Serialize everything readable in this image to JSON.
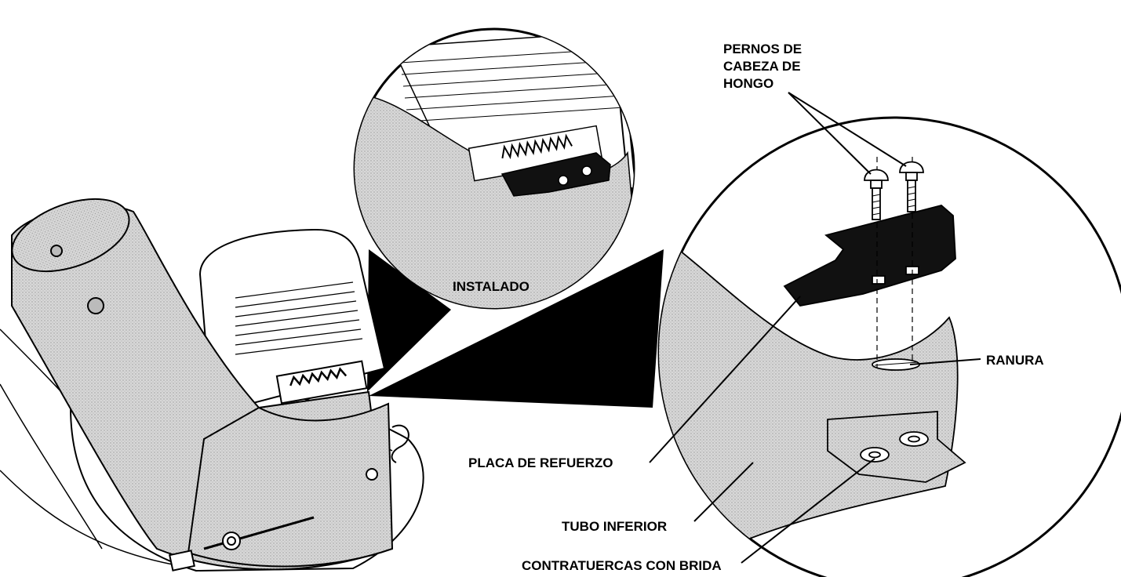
{
  "labels": {
    "bolts_line1": "PERNOS DE",
    "bolts_line2": "CABEZA DE",
    "bolts_line3": "HONGO",
    "installed": "INSTALADO",
    "slot": "RANURA",
    "reinforcement_plate": "PLACA DE REFUERZO",
    "lower_tube": "TUBO INFERIOR",
    "flange_locknuts": "CONTRATUERCAS CON BRIDA"
  },
  "colors": {
    "tube_fill": "#d2d2d2",
    "line": "#000000",
    "plate": "#111111",
    "background": "#ffffff"
  }
}
